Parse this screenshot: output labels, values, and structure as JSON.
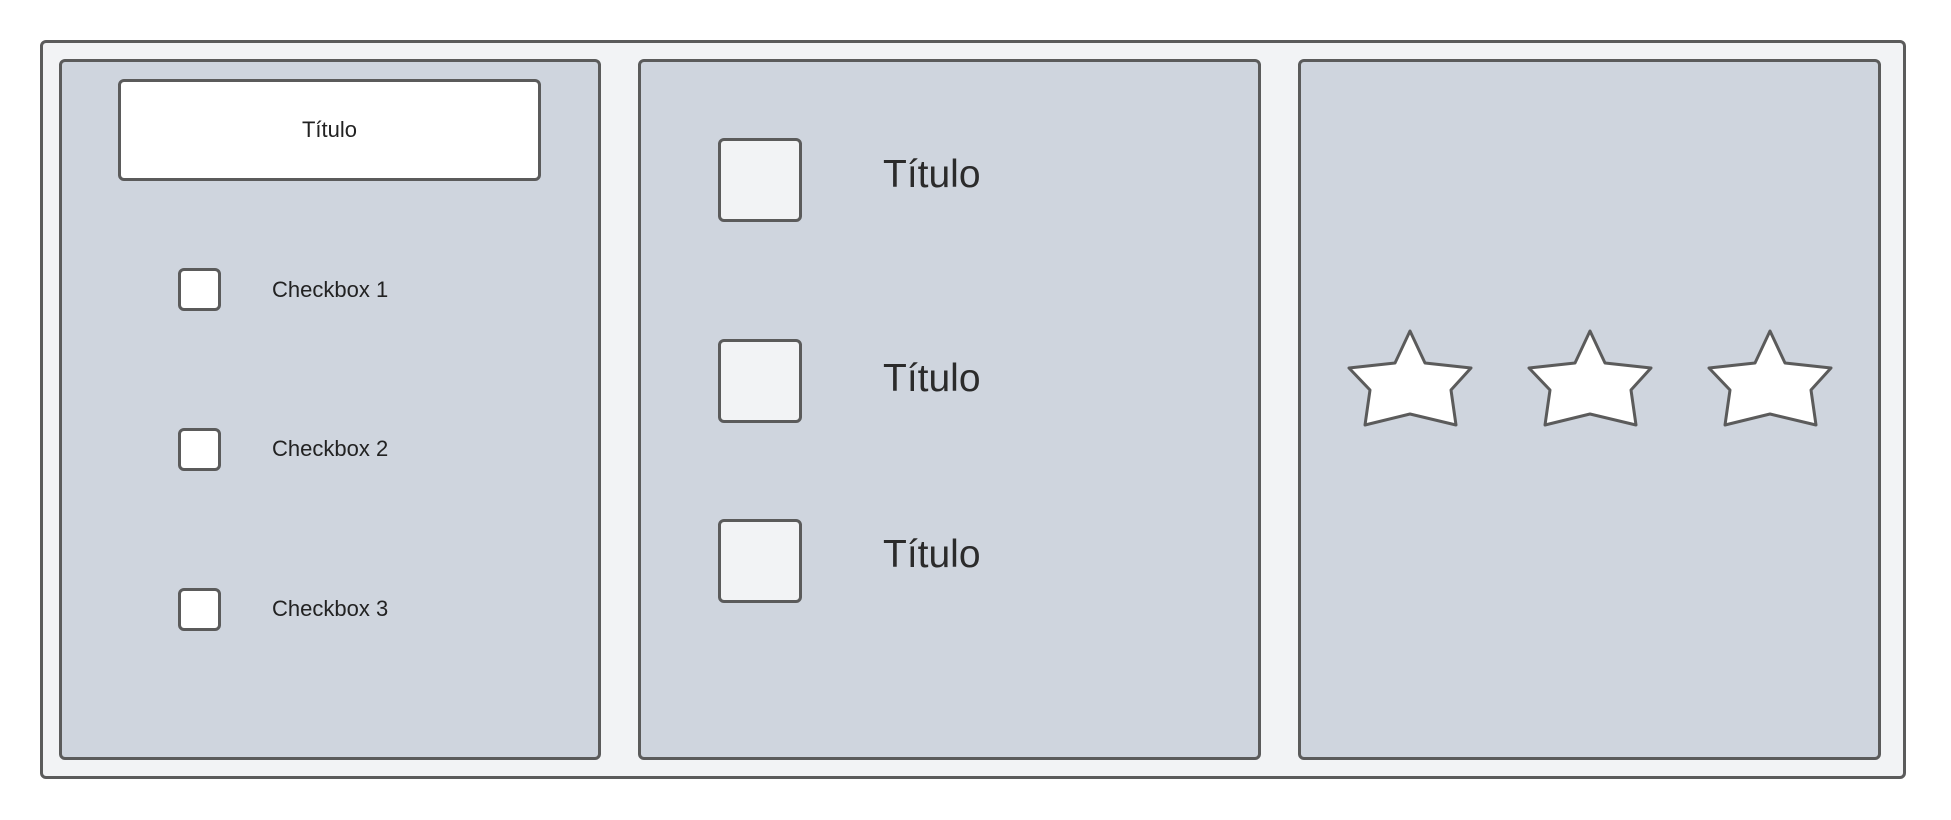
{
  "colors": {
    "outer_background": "#f2f3f5",
    "panel_background": "#cfd5de",
    "border": "#5b5b5b",
    "box_background": "#ffffff",
    "text": "#222222"
  },
  "left_panel": {
    "title": "Título",
    "checkboxes": [
      {
        "label": "Checkbox 1",
        "checked": false
      },
      {
        "label": "Checkbox 2",
        "checked": false
      },
      {
        "label": "Checkbox 3",
        "checked": false
      }
    ]
  },
  "middle_panel": {
    "items": [
      {
        "title": "Título"
      },
      {
        "title": "Título"
      },
      {
        "title": "Título"
      }
    ]
  },
  "right_panel": {
    "rating": {
      "filled": 0,
      "total": 3
    },
    "icon": "star-icon"
  }
}
